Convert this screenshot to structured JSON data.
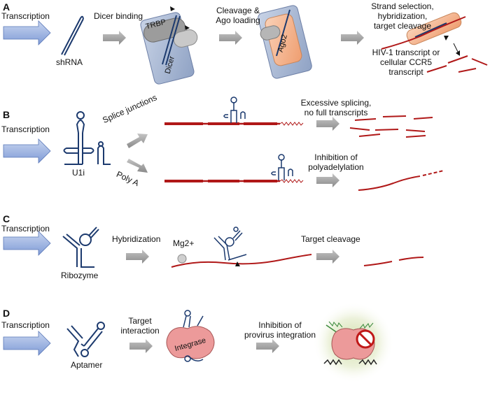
{
  "panels": [
    {
      "letter": "A",
      "transcription": "Transcription",
      "construct": "shRNA",
      "step1": "Dicer binding",
      "proteins": {
        "trbp": "TRBP",
        "dicer": "Dicer",
        "ago2": "Ago2"
      },
      "step2": [
        "Cleavage &",
        "Ago loading"
      ],
      "step3": [
        "Strand selection,",
        "hybridization,",
        "target cleavage"
      ],
      "target": [
        "HIV-1 transcript or",
        "cellular CCR5",
        "transcript"
      ]
    },
    {
      "letter": "B",
      "transcription": "Transcription",
      "construct": "U1i",
      "route1": "Splice junctions",
      "route2": "Poly A",
      "result1": [
        "Excessive splicing,",
        "no full transcripts"
      ],
      "result2": [
        "Inhibition of",
        "polyadelylation"
      ]
    },
    {
      "letter": "C",
      "transcription": "Transcription",
      "construct": "Ribozyme",
      "step1": "Hybridization",
      "cofactor": "Mg2+",
      "result": "Target cleavage"
    },
    {
      "letter": "D",
      "transcription": "Transcription",
      "construct": "Aptamer",
      "step1": [
        "Target",
        "interaction"
      ],
      "protein": "Integrase",
      "result": [
        "Inhibition of",
        "provirus integration"
      ]
    }
  ],
  "colors": {
    "transcription_arrow": "#8fa9dc",
    "rna_strand": "#1c3a6e",
    "target_rna": "#b01818",
    "process_arrow": "#9a9a9a",
    "dicer": "#a9b8d4",
    "ago2": "#f3b691",
    "integrase": "#e68f8f"
  }
}
